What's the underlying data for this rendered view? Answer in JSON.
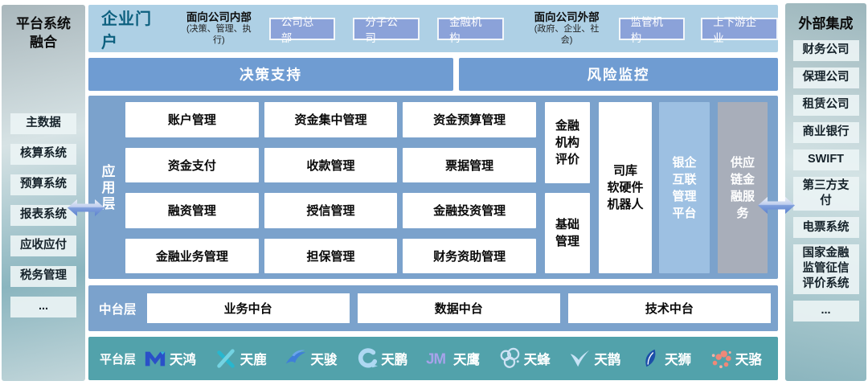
{
  "colors": {
    "portal_band": "#aed0e5",
    "portal_button": "#8ba2d9",
    "band_blue": "#6f9cd2",
    "app_container": "#7ba2cc",
    "bank_link_box": "#9dc0e2",
    "supply_chain_box": "#a8aeba",
    "platform_bar": "#52a2ab",
    "sidebar_item_bg": "#eaf3f4",
    "portal_title_text": "#0d607f",
    "arrow_blue": "#6b8fd4"
  },
  "left_sidebar": {
    "title": "平台系统\n融合",
    "items": [
      "主数据",
      "核算系统",
      "预算系统",
      "报表系统",
      "应收应付",
      "税务管理",
      "..."
    ]
  },
  "right_sidebar": {
    "title": "外部集成",
    "items": [
      "财务公司",
      "保理公司",
      "租赁公司",
      "商业银行",
      "SWIFT",
      "第三方支\n付",
      "电票系统",
      "国家金融\n监管征信\n评价系统",
      "..."
    ]
  },
  "portal": {
    "title": "企业门户",
    "internal": {
      "label": "面向公司内部",
      "sub": "(决策、管理、执行)",
      "buttons": [
        "公司总部",
        "分子公司",
        "金融机构"
      ]
    },
    "external": {
      "label": "面向公司外部",
      "sub": "(政府、企业、社会)",
      "buttons": [
        "监管机构",
        "上下游企业"
      ]
    }
  },
  "bands": {
    "decision": "决策支持",
    "risk": "风险监控"
  },
  "app_layer": {
    "label": "应用层",
    "grid": [
      [
        "账户管理",
        "资金集中管理",
        "资金预算管理"
      ],
      [
        "资金支付",
        "收款管理",
        "票据管理"
      ],
      [
        "融资管理",
        "授信管理",
        "金融投资管理"
      ],
      [
        "金融业务管理",
        "担保管理",
        "财务资助管理"
      ]
    ],
    "eval_box": "金融\n机构\n评价",
    "base_box": "基础\n管理",
    "treasury_box": "司库\n软硬件\n机器人",
    "bank_link_box": "银企\n互联\n管理\n平台",
    "supply_chain_box": "供应\n链金\n融服\n务"
  },
  "mid_layer": {
    "label": "中台层",
    "items": [
      "业务中台",
      "数据中台",
      "技术中台"
    ]
  },
  "platform_layer": {
    "label": "平台层",
    "items": [
      {
        "name": "天鸿"
      },
      {
        "name": "天鹿"
      },
      {
        "name": "天骏"
      },
      {
        "name": "天鹏"
      },
      {
        "name": "天鹰"
      },
      {
        "name": "天蜂"
      },
      {
        "name": "天鹊"
      },
      {
        "name": "天狮"
      },
      {
        "name": "天骆"
      }
    ]
  }
}
